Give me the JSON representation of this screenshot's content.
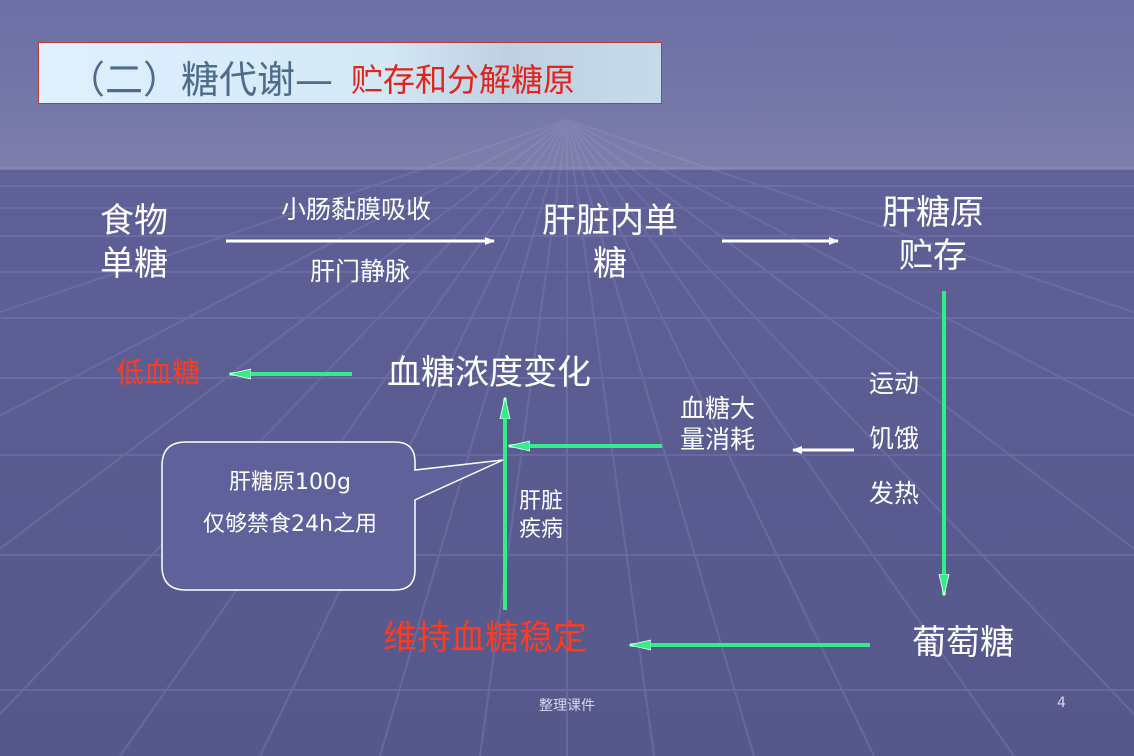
{
  "title": {
    "main": "（二）糖代谢—",
    "highlight": "贮存和分解糖原"
  },
  "nodes": {
    "food": {
      "line1": "食物",
      "line2": "单糖"
    },
    "liver_mono": {
      "line1": "肝脏内单",
      "line2": "糖"
    },
    "glycogen": {
      "line1": "肝糖原",
      "line2": "贮存"
    },
    "low_sugar": "低血糖",
    "bg_change": "血糖浓度变化",
    "consume": {
      "line1": "血糖大",
      "line2": "量消耗"
    },
    "maintain": "维持血糖稳定",
    "glucose": "葡萄糖"
  },
  "edge_labels": {
    "absorb": "小肠黏膜吸收",
    "portal": "肝门静脉",
    "exercise": "运动",
    "hunger": "饥饿",
    "fever": "发热",
    "liver": "肝脏",
    "disease": "疾病"
  },
  "callout": {
    "line1": "肝糖原100g",
    "line2": "仅够禁食24h之用"
  },
  "footer": {
    "center": "整理课件",
    "page": "4"
  },
  "colors": {
    "background": "#5c5e91",
    "arrow_green": "#2ee87a",
    "red_text": "#ff3b1f"
  }
}
